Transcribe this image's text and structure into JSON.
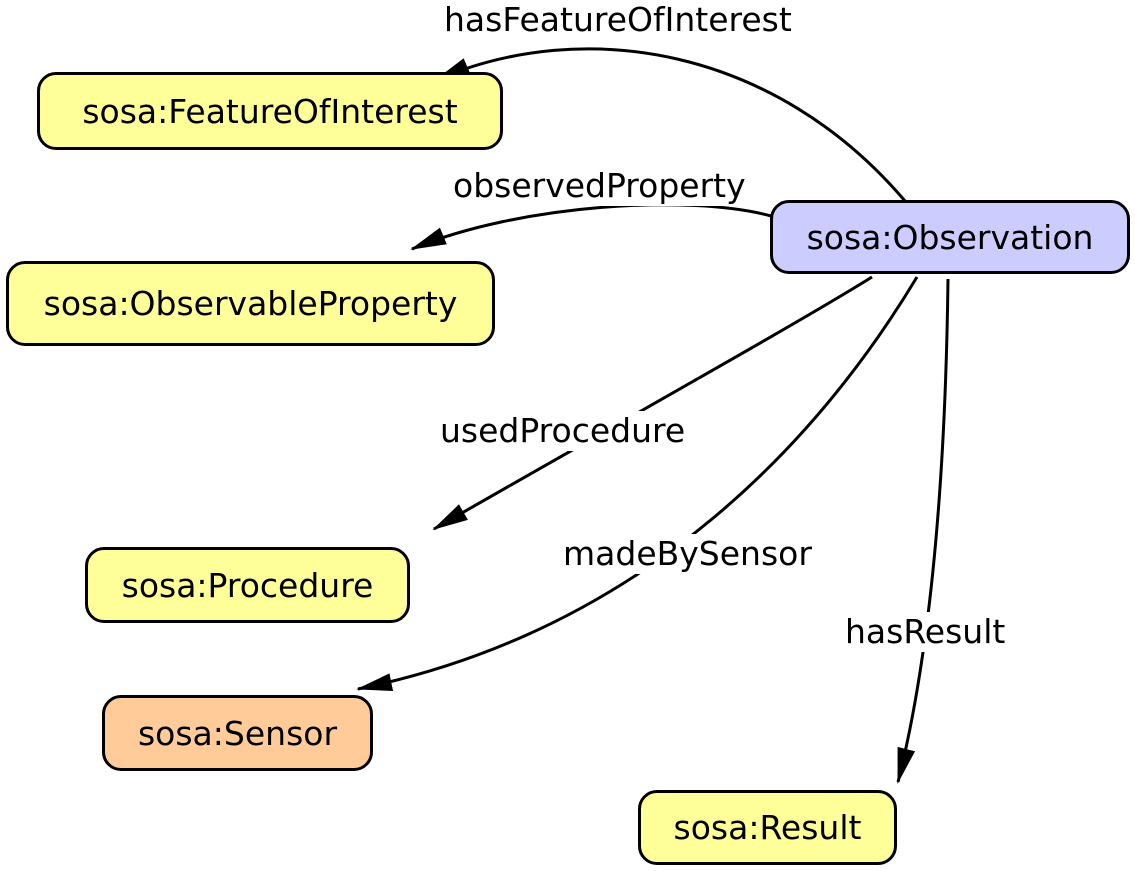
{
  "diagram": {
    "nodes": [
      {
        "id": "feature-of-interest",
        "label": "sosa:FeatureOfInterest",
        "color": "#FFFF99"
      },
      {
        "id": "observable-property",
        "label": "sosa:ObservableProperty",
        "color": "#FFFF99"
      },
      {
        "id": "observation",
        "label": "sosa:Observation",
        "color": "#CCCCFF"
      },
      {
        "id": "procedure",
        "label": "sosa:Procedure",
        "color": "#FFFF99"
      },
      {
        "id": "sensor",
        "label": "sosa:Sensor",
        "color": "#FFCC99"
      },
      {
        "id": "result",
        "label": "sosa:Result",
        "color": "#FFFF99"
      }
    ],
    "edges": [
      {
        "label": "hasFeatureOfInterest",
        "from": "sosa:Observation",
        "to": "sosa:FeatureOfInterest"
      },
      {
        "label": "observedProperty",
        "from": "sosa:Observation",
        "to": "sosa:ObservableProperty"
      },
      {
        "label": "usedProcedure",
        "from": "sosa:Observation",
        "to": "sosa:Procedure"
      },
      {
        "label": "madeBySensor",
        "from": "sosa:Observation",
        "to": "sosa:Sensor"
      },
      {
        "label": "hasResult",
        "from": "sosa:Observation",
        "to": "sosa:Result"
      }
    ],
    "colors": {
      "class_fill": "#FFFF99",
      "observation_fill": "#CCCCFF",
      "sensor_fill": "#FFCC99",
      "border": "#000000",
      "edge": "#000000",
      "text": "#000000",
      "background": "#FFFFFF"
    }
  }
}
